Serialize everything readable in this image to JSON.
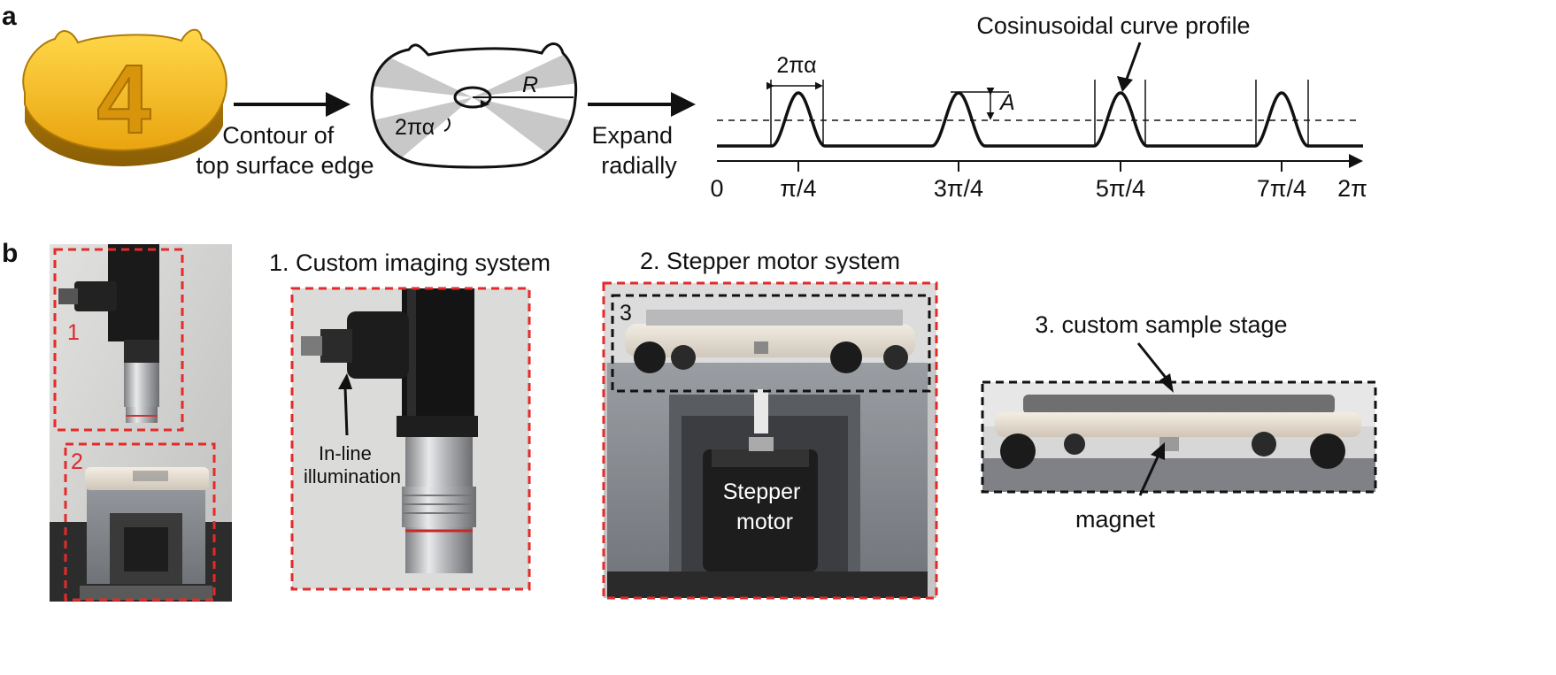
{
  "panel_a": {
    "letter": "a",
    "logo_digit": "4",
    "arrow1_label": [
      "Contour of",
      "top surface edge"
    ],
    "diagram_labels": {
      "radius": "R",
      "angle": "2πα"
    },
    "arrow2_label": [
      "Expand",
      "radially"
    ],
    "profile": {
      "title": "Cosinusoidal curve profile",
      "width_label": "2πα",
      "amplitude_label": "A",
      "ticks": [
        "0",
        "π/4",
        "3π/4",
        "5π/4",
        "7π/4",
        "2π"
      ]
    }
  },
  "panel_b": {
    "letter": "b",
    "overview_box_labels": [
      "1",
      "2"
    ],
    "imaging": {
      "title": "1. Custom imaging system",
      "annotation": [
        "In-line",
        "illumination"
      ]
    },
    "stepper": {
      "title": "2. Stepper motor system",
      "inset_label": "3",
      "motor_label": [
        "Stepper",
        "motor"
      ]
    },
    "stage": {
      "title": "3. custom sample stage",
      "annotation": "magnet"
    }
  },
  "colors": {
    "red_box": "#e52a2a",
    "black_box": "#111111",
    "gold_disk": "#f2b51d",
    "gray_sector": "#c8c8c8"
  }
}
